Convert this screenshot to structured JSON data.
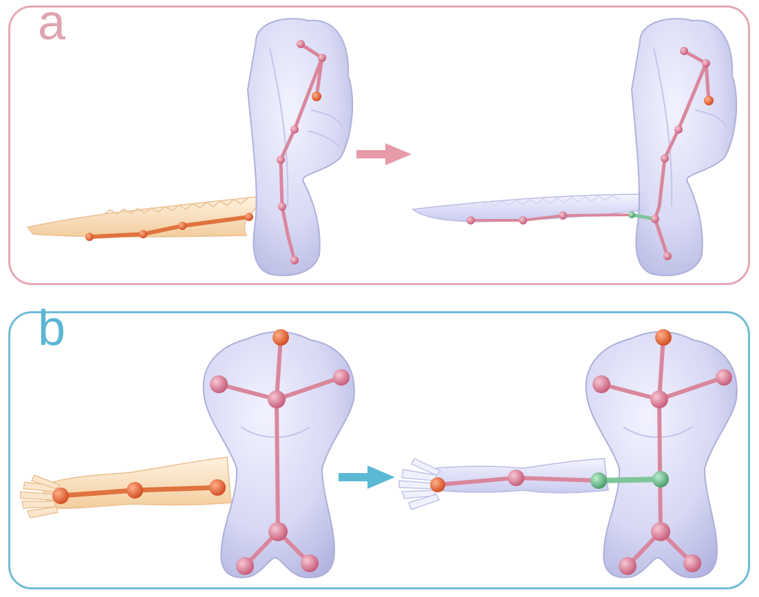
{
  "figure": {
    "colors": {
      "panel_a_border": "#e3a8b4",
      "panel_b_border": "#6fbbd6",
      "body_mesh": "#d7d8f5",
      "body_skeleton": "#d9879c",
      "part_mesh": "#f8d9b5",
      "part_skeleton": "#e0733e",
      "connection_bone": "#7fc59a",
      "arrow_a": "#e79aa8",
      "arrow_b": "#5bb9d6"
    },
    "panels": [
      {
        "label": "a",
        "source_part": "tail",
        "target_body": "torso",
        "arrow_icon": "right-arrow-icon"
      },
      {
        "label": "b",
        "source_part": "arm",
        "target_body": "torso",
        "arrow_icon": "right-arrow-icon"
      }
    ]
  }
}
